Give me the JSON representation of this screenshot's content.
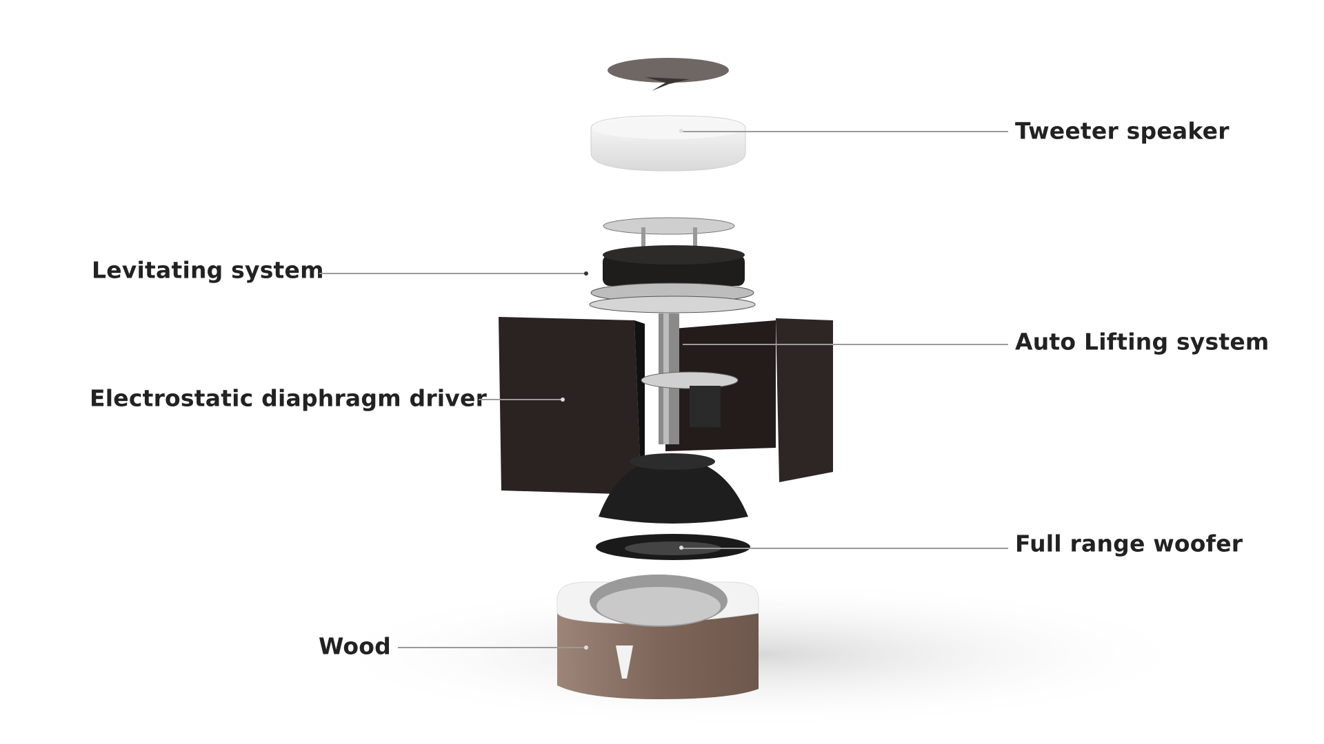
{
  "labels": {
    "tweeter": "Tweeter speaker",
    "levitating": "Levitating system",
    "auto_lifting": "Auto Lifting system",
    "electrostatic": "Electrostatic diaphragm driver",
    "woofer": "Full range woofer",
    "wood": "Wood"
  },
  "colors": {
    "text": "#222222",
    "leader": "#9a9a9a",
    "wood": "#8a7265",
    "panel": "#2b2322"
  }
}
